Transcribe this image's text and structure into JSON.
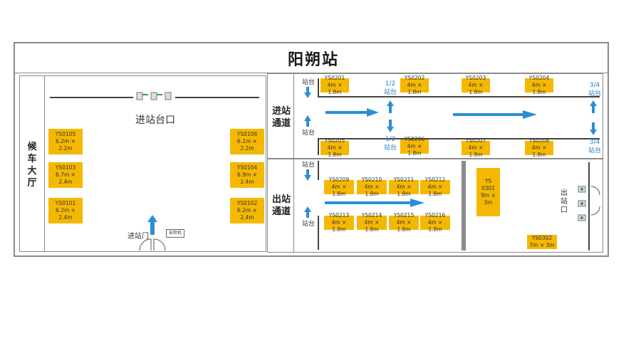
{
  "station_title": "阳朔站",
  "waiting_hall_label": "候\n车\n大\n厅",
  "entry_gate_label": "进站台口",
  "entry_door_label": "进站门",
  "security_label": "安检机",
  "entry_channel_label": "进站\n通道",
  "exit_channel_label": "出站\n通道",
  "exit_gate_label": "出\n站\n口",
  "platform_label": "站台",
  "platform_12_label": "1/2\n站台",
  "platform_34_label": "3/4\n站台",
  "colors": {
    "booth": "#f5b800",
    "arrow": "#2a8fd6",
    "wall": "#444444",
    "frame": "#8a8a8a"
  },
  "hall_booths": [
    {
      "code": "YS0105",
      "size": "6.2m × 2.2m"
    },
    {
      "code": "YS0106",
      "size": "6.1m × 2.2m"
    },
    {
      "code": "YS0103",
      "size": "6.7m × 2.4m"
    },
    {
      "code": "YS0104",
      "size": "6.9m × 2.4m"
    },
    {
      "code": "YS0101",
      "size": "6.2m × 2.4m"
    },
    {
      "code": "YS0102",
      "size": "6.2m × 2.4m"
    }
  ],
  "entry_booths": [
    {
      "code": "YS0201",
      "size": "4m × 1.8m"
    },
    {
      "code": "YS0202",
      "size": "4m × 1.8m"
    },
    {
      "code": "YS0203",
      "size": "4m × 1.8m"
    },
    {
      "code": "YS0204",
      "size": "4m × 1.8m"
    },
    {
      "code": "YS0205",
      "size": "4m × 1.8m"
    },
    {
      "code": "YS0206",
      "size": "4m × 1.8m"
    },
    {
      "code": "YS0207",
      "size": "4m × 1.8m"
    },
    {
      "code": "YS0208",
      "size": "4m × 1.8m"
    }
  ],
  "exit_booths": [
    {
      "code": "YS0209",
      "size": "4m × 1.8m"
    },
    {
      "code": "YS0210",
      "size": "4m × 1.8m"
    },
    {
      "code": "YS0211",
      "size": "4m × 1.8m"
    },
    {
      "code": "YS0212",
      "size": "4m × 1.8m"
    },
    {
      "code": "YS0213",
      "size": "4m × 1.8m"
    },
    {
      "code": "YS0214",
      "size": "4m × 1.8m"
    },
    {
      "code": "YS0215",
      "size": "4m × 1.8m"
    },
    {
      "code": "YS0216",
      "size": "4m × 1.8m"
    }
  ],
  "big_booths": [
    {
      "code": "YS\n0301",
      "size": "9m ×\n3m"
    },
    {
      "code": "YS0302",
      "size": "7m × 3m"
    }
  ]
}
